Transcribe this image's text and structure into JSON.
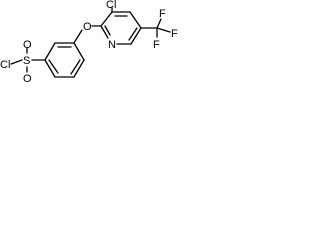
{
  "molecule": {
    "atoms": {
      "cl_sulfonyl": "Cl",
      "sulfur": "S",
      "oxygen_top": "O",
      "oxygen_bottom": "O",
      "oxygen_ether": "O",
      "cl_ring": "Cl",
      "nitrogen": "N",
      "fluorine_top": "F",
      "fluorine_right": "F",
      "fluorine_bottom": "F"
    }
  },
  "colors": {
    "bond": "#000000",
    "text": "#000000",
    "background": "#ffffff"
  }
}
